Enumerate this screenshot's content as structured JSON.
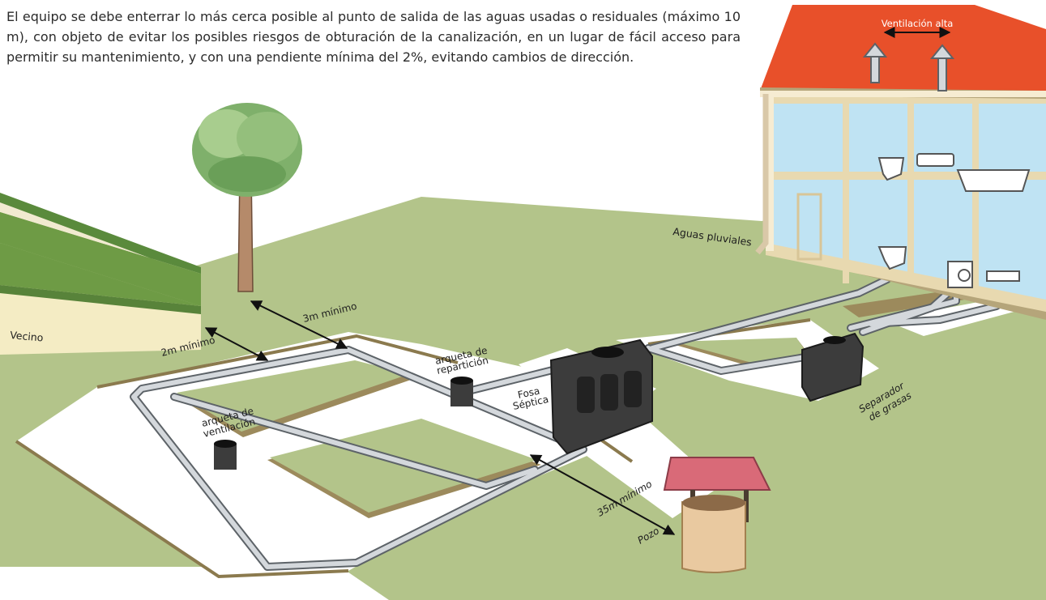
{
  "intro": "El equipo se debe enterrar lo más cerca posible al punto de salida de las aguas usadas o residuales (máximo 10 m), con objeto de evitar los posibles riesgos de obturación de la canalización, en un lugar de fácil acceso para permitir su mantenimiento, y con una pendiente mínima del 2%, evitando cambios de dirección.",
  "labels": {
    "ventilacion_alta": "Ventilación alta",
    "aguas_pluviales": "Aguas pluviales",
    "vecino": "Vecino",
    "min_2m": "2m mínimo",
    "min_3m": "3m mínimo",
    "min_35m": "35m mínimo",
    "arqueta_reparticion_1": "arqueta de",
    "arqueta_reparticion_2": "repartición",
    "arqueta_ventilacion_1": "arqueta de",
    "arqueta_ventilacion_2": "ventilación",
    "fosa_1": "Fosa",
    "fosa_2": "Séptica",
    "separador_1": "Separador",
    "separador_2": "de grasas",
    "pozo": "Pozo"
  },
  "colors": {
    "grass": "#b3c48a",
    "roof": "#e8502a",
    "glass": "#bfe3f3",
    "wall": "#f6ecd2",
    "tank": "#3c3c3c",
    "pipe": "#c8cdd2",
    "neighbor_hedge": "#5a8a3c",
    "brick": "#e9c9a0",
    "well_roof": "#d96a78"
  }
}
